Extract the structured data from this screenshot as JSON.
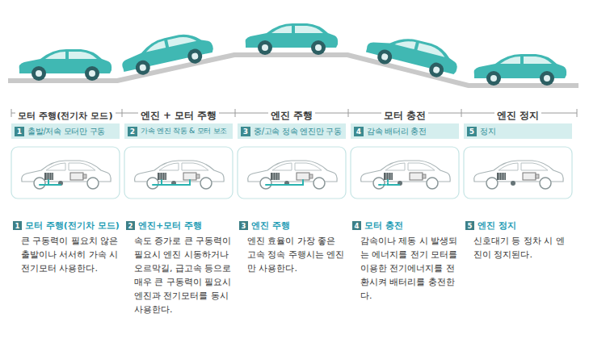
{
  "diagram": {
    "nodes": [
      {
        "text": [
          "출발/저속 모터만 구동"
        ]
      },
      {
        "text": [
          "1"
        ],
        "in": 0
      },
      {
        "text": [
          "가속 엔진 작동 & 모터 보조"
        ]
      },
      {
        "text": [
          "2"
        ],
        "in": 2
      },
      {
        "text": [
          "중/고속 정속 엔진만 구동"
        ]
      },
      {
        "text": [
          "3"
        ],
        "in": 4
      },
      {
        "text": [
          "감속 배터리 충전"
        ]
      },
      {
        "text": [
          "4"
        ],
        "in": 6
      },
      {
        "text": [
          "정지"
        ]
      },
      {
        "text": [
          "5"
        ],
        "in": 8
      },
      {
        "text": [
          "1"
        ]
      },
      {
        "text": [
          "2"
        ]
      },
      {
        "text": [
          "3"
        ]
      },
      {
        "text": [
          "4"
        ]
      },
      {
        "text": [
          "5"
        ]
      }
    ],
    "labels": [
      "모터 주행(전기차 모드)",
      "엔진 + 모터 주행",
      "엔진 주행",
      "모터 충전",
      "엔진 정지",
      "모터 주행(전기차 모드)",
      "큰 구동력이 필요치 않은 출발이나 서서히 가속 시 전기모터 사용한다.",
      "엔진+모터 주행",
      "속도 증가로 큰 구동력이 필요시 엔진 시동하거나 오르막길, 급고속 등으로 매우 큰 구동력이 필요시 엔진과 전기모터를 동시 사용한다.",
      "엔진 주행",
      "엔진 효율이 가장 좋은 고속 정속 주행시는 엔진만 사용한다.",
      "모터 충전",
      "감속이나 제동 시 발생되는 에너지를 전기 모터를 이용한 전기에너지를 전환시켜 배터리를 충전한다.",
      "엔진 정지",
      "신호대기 등 정차 시 엔진이 정지된다."
    ]
  }
}
